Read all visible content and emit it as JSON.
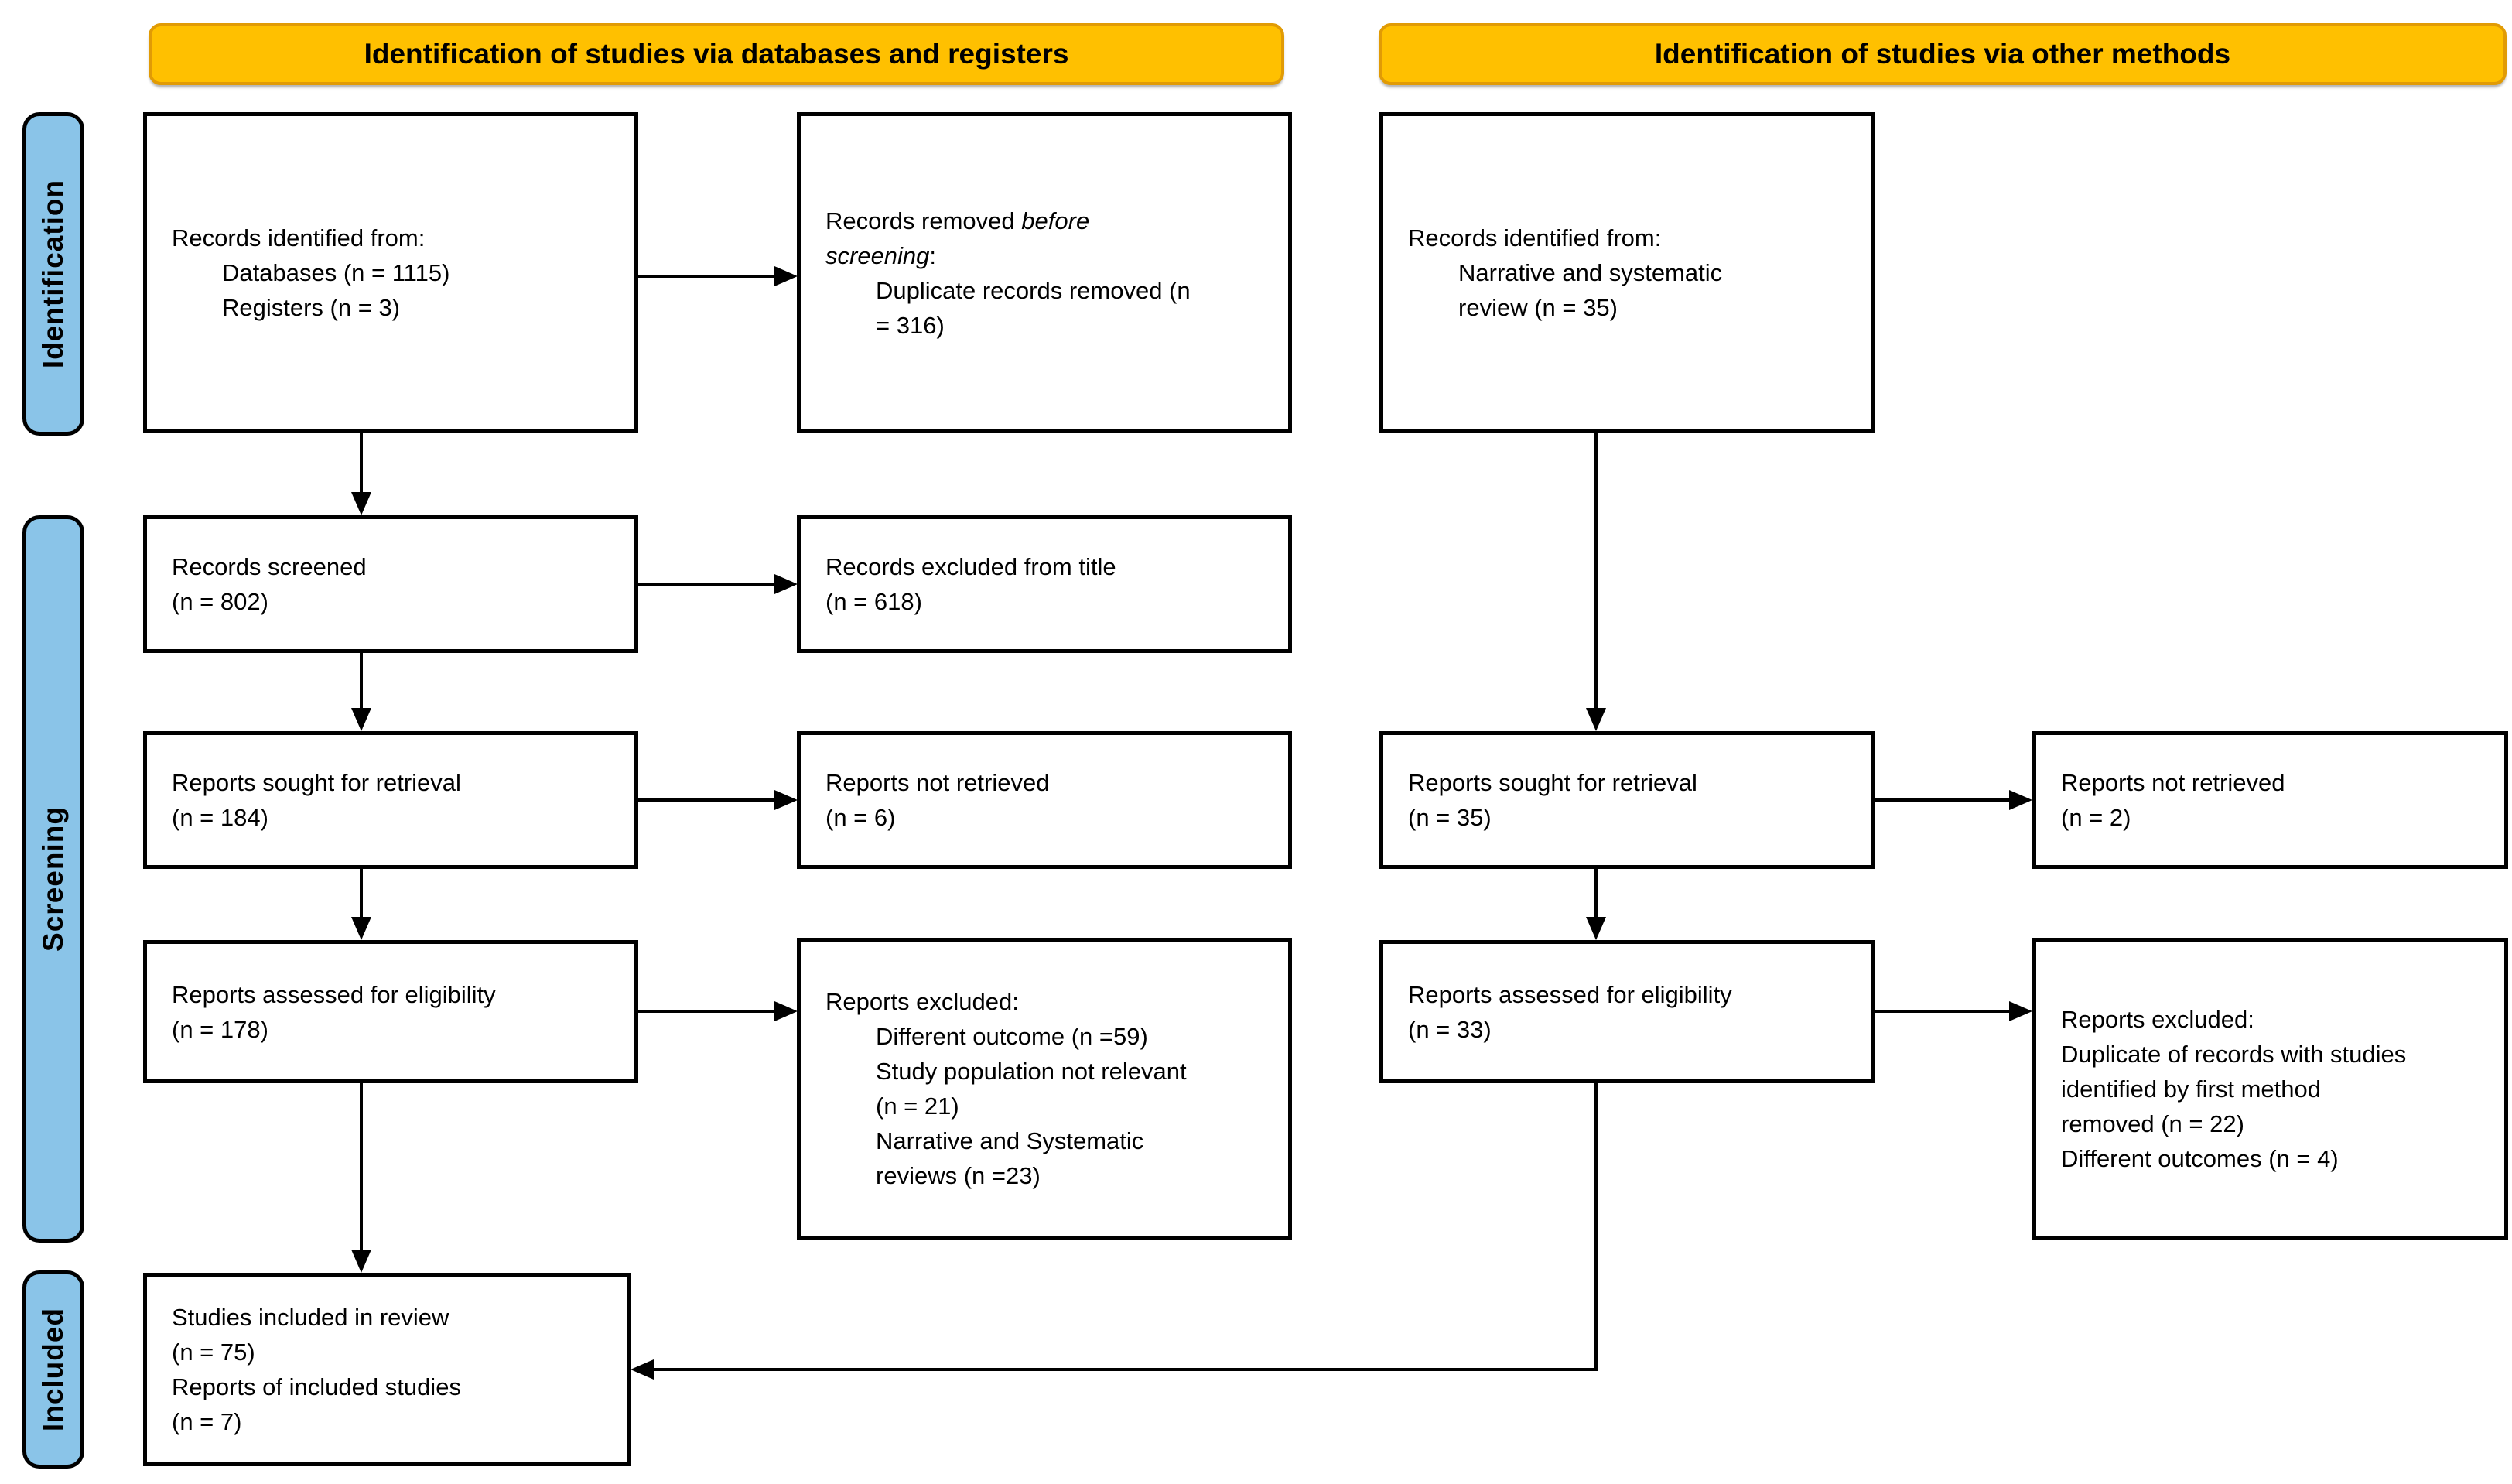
{
  "banners": {
    "databases_registers": "Identification of studies via databases and registers",
    "other_methods": "Identification of studies via other methods"
  },
  "side_labels": {
    "identification": "Identification",
    "screening": "Screening",
    "included": "Included"
  },
  "colors": {
    "banner_fill": "#FFC000",
    "banner_border": "#E19B05",
    "tab_fill": "#8AC4E8",
    "line_color": "#000000"
  },
  "boxes": {
    "records_identified_databases": {
      "lines": [
        {
          "text": "Records identified from:"
        },
        {
          "text": "Databases (n = 1115)",
          "indent": true
        },
        {
          "text": "Registers (n = 3)",
          "indent": true
        }
      ]
    },
    "records_removed_before_screening": {
      "lines": [
        {
          "segments": [
            {
              "text": "Records removed "
            },
            {
              "text": "before",
              "italic": true
            }
          ]
        },
        {
          "segments": [
            {
              "text": "screening",
              "italic": true
            },
            {
              "text": ":"
            }
          ]
        },
        {
          "text": "Duplicate records removed (n",
          "indent": true
        },
        {
          "text": "= 316)",
          "indent": true
        }
      ]
    },
    "records_identified_other": {
      "lines": [
        {
          "text": "Records identified from:"
        },
        {
          "text": "Narrative and systematic",
          "indent": true
        },
        {
          "text": "review (n = 35)",
          "indent": true
        }
      ]
    },
    "records_screened": {
      "lines": [
        {
          "text": "Records screened"
        },
        {
          "text": "(n = 802)"
        }
      ]
    },
    "records_excluded_title": {
      "lines": [
        {
          "text": "Records excluded from title"
        },
        {
          "text": "(n = 618)"
        }
      ]
    },
    "reports_sought_db": {
      "lines": [
        {
          "text": "Reports sought for retrieval"
        },
        {
          "text": "(n = 184)"
        }
      ]
    },
    "reports_not_retrieved_db": {
      "lines": [
        {
          "text": "Reports not retrieved"
        },
        {
          "text": "(n = 6)"
        }
      ]
    },
    "reports_assessed_db": {
      "lines": [
        {
          "text": "Reports assessed for eligibility"
        },
        {
          "text": "(n = 178)"
        }
      ]
    },
    "reports_excluded_db": {
      "lines": [
        {
          "text": "Reports excluded:"
        },
        {
          "text": "Different outcome (n =59)",
          "indent": true
        },
        {
          "text": "Study population not relevant",
          "indent": true
        },
        {
          "text": "(n = 21)",
          "indent": true
        },
        {
          "text": "Narrative and Systematic",
          "indent": true
        },
        {
          "text": "reviews (n =23)",
          "indent": true
        }
      ]
    },
    "reports_sought_other": {
      "lines": [
        {
          "text": "Reports sought for retrieval"
        },
        {
          "text": "(n = 35)"
        }
      ]
    },
    "reports_not_retrieved_other": {
      "lines": [
        {
          "text": "Reports not retrieved"
        },
        {
          "text": "(n = 2)"
        }
      ]
    },
    "reports_assessed_other": {
      "lines": [
        {
          "text": "Reports assessed for eligibility"
        },
        {
          "text": "(n = 33)"
        }
      ]
    },
    "reports_excluded_other": {
      "lines": [
        {
          "text": "Reports excluded:"
        },
        {
          "text": "Duplicate of records with studies"
        },
        {
          "text": "identified by first method"
        },
        {
          "text": "removed (n = 22)"
        },
        {
          "text": "Different outcomes (n = 4)"
        }
      ]
    },
    "studies_included": {
      "lines": [
        {
          "text": "Studies included in review"
        },
        {
          "text": "(n = 75)"
        },
        {
          "text": "Reports of included studies"
        },
        {
          "text": "(n = 7)"
        }
      ]
    }
  }
}
